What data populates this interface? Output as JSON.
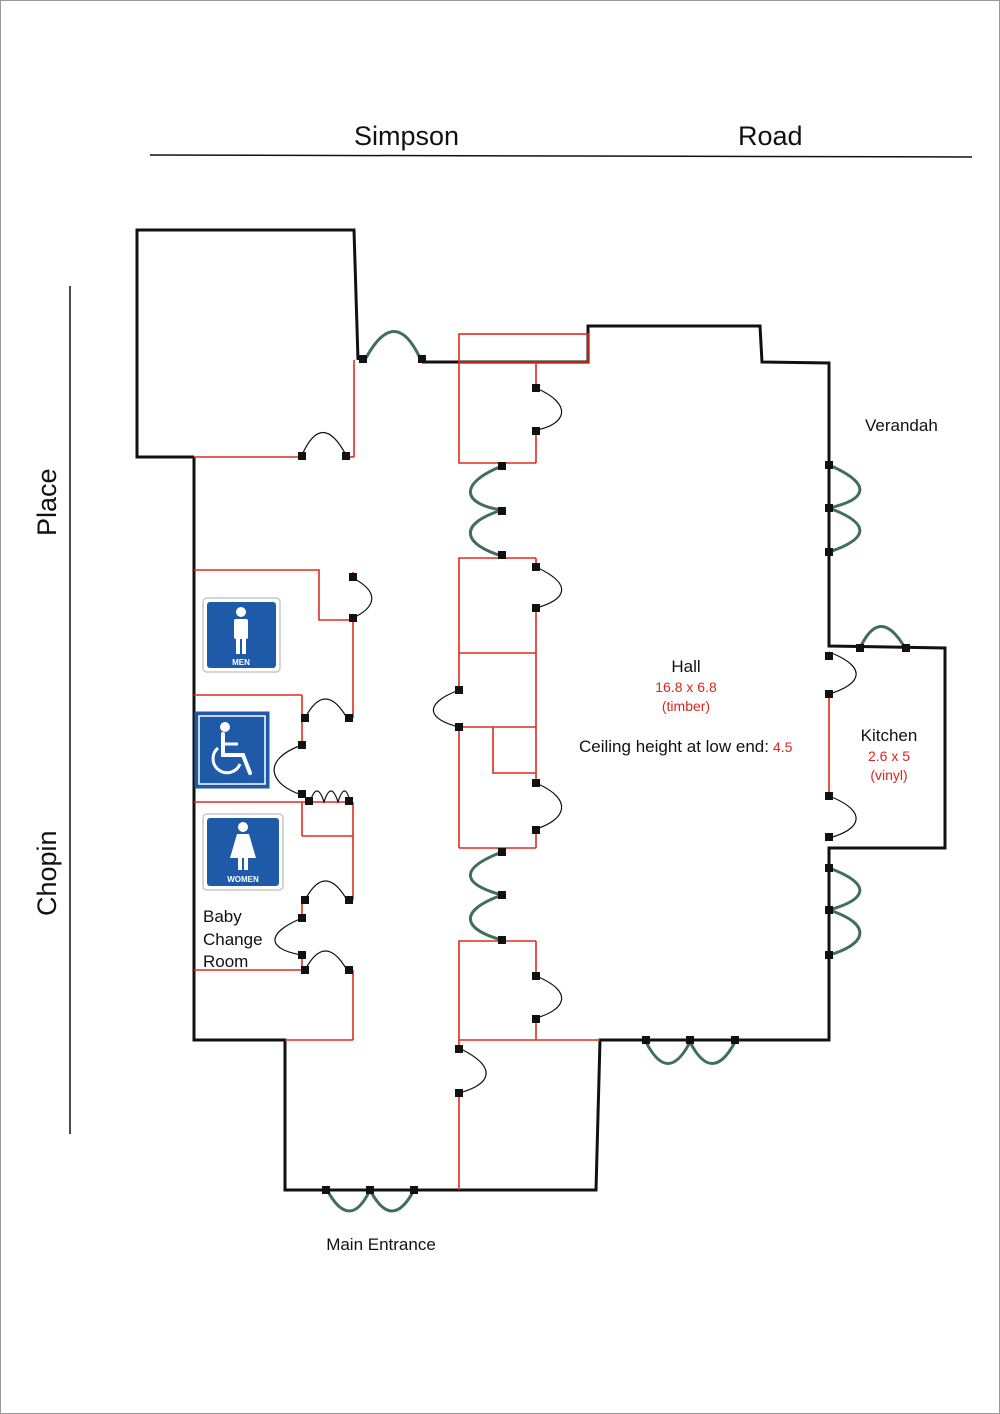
{
  "streets": {
    "top_left": "Simpson",
    "top_right": "Road",
    "side_upper": "Place",
    "side_lower": "Chopin"
  },
  "labels": {
    "verandah": "Verandah",
    "main_entrance": "Main Entrance",
    "baby_change": [
      "Baby",
      "Change",
      "Room"
    ]
  },
  "hall": {
    "name": "Hall",
    "size": "16.8 x 6.8",
    "floor": "(timber)",
    "ceiling_label": "Ceiling height at low end:",
    "ceiling_value": "4.5"
  },
  "kitchen": {
    "name": "Kitchen",
    "size": "2.6 x 5",
    "floor": "(vinyl)"
  },
  "signs": {
    "men": "MEN",
    "women": "WOMEN",
    "accessible_icon": "wheelchair-icon"
  },
  "colors": {
    "walls": "#111111",
    "interior_partitions": "#e02b20",
    "external_doors": "#3f6f5a",
    "sign_blue": "#1e5aa8",
    "dimension_text": "#d8271f"
  }
}
